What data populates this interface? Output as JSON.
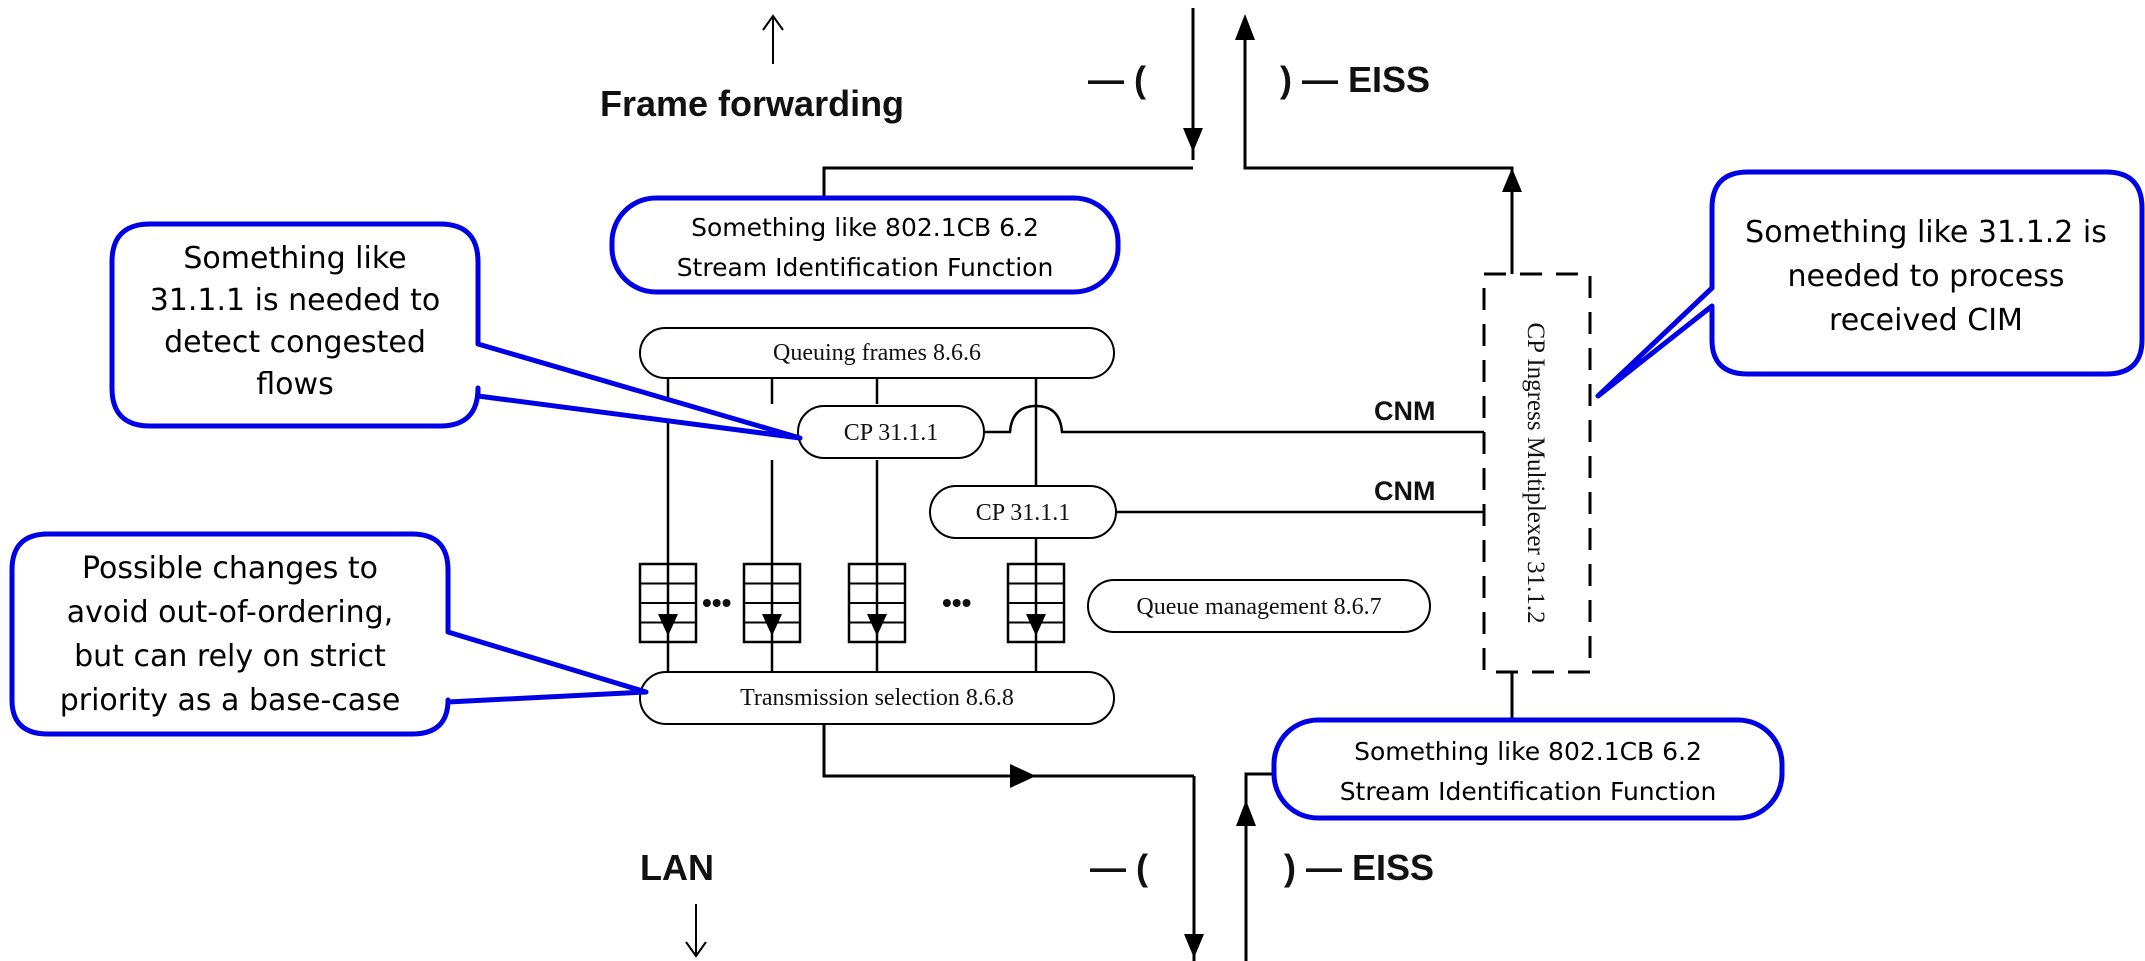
{
  "labels": {
    "frame_forwarding": "Frame forwarding",
    "lan": "LAN",
    "eiss_open": "— (",
    "eiss_close": ") — EISS",
    "cnm": "CNM"
  },
  "boxes": {
    "queuing_frames": "Queuing frames 8.6.6",
    "cp_1": "CP 31.1.1",
    "cp_2": "CP 31.1.1",
    "queue_management": "Queue management 8.6.7",
    "transmission_selection": "Transmission selection 8.6.8",
    "cp_ingress_mux": "CP Ingress Multiplexer 31.1.2",
    "ellipsis": "•••"
  },
  "callouts": {
    "sid_top": [
      "Something like 802.1CB 6.2",
      "Stream Identification Function"
    ],
    "sid_bottom": [
      "Something like 802.1CB 6.2",
      "Stream Identification Function"
    ],
    "detect": [
      "Something like",
      "31.1.1 is needed to",
      "detect congested",
      "flows"
    ],
    "process": [
      "Something like 31.1.2 is",
      "needed to process",
      "received CIM"
    ],
    "ordering": [
      "Possible changes to",
      "avoid out-of-ordering,",
      "but can rely on strict",
      "priority as a base-case"
    ]
  },
  "colors": {
    "callout_border": "#0000e6",
    "line": "#000000"
  }
}
